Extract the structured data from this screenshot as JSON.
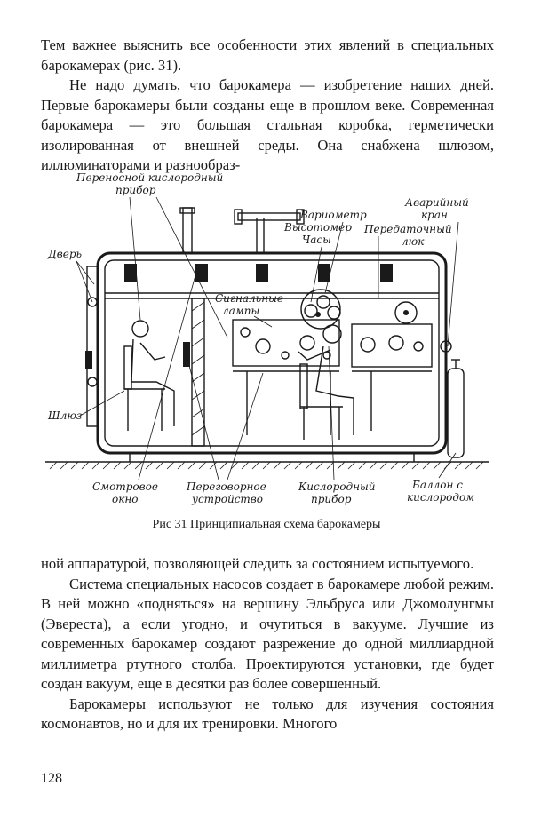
{
  "paragraphs_top": [
    "Тем важнее выяснить все особенности этих явлений в специальных барокамерах (рис. 31).",
    "Не надо думать, что барокамера — изобретение наших дней. Первые барокамеры были созданы еще в прошлом веке. Современная барокамера — это большая стальная коробка, герметически изолированная от внешней среды. Она снабжена шлюзом, иллюминаторами и разнообраз-"
  ],
  "figure": {
    "labels": {
      "portable_oxygen": [
        "Переносной кислородный",
        "прибор"
      ],
      "door": "Дверь",
      "airlock": "Шлюз",
      "variometer": "Вариометр",
      "altimeter": "Высотомер",
      "clock": "Часы",
      "emergency_valve": [
        "Аварийный",
        "кран"
      ],
      "transfer_hatch": [
        "Передаточный",
        "люк"
      ],
      "signal_lamps": [
        "Сигнальные",
        "лампы"
      ],
      "viewing_window": [
        "Смотровое",
        "окно"
      ],
      "intercom": [
        "Переговорное",
        "устройство"
      ],
      "oxygen_device": [
        "Кислородный",
        "прибор"
      ],
      "oxygen_cylinder": [
        "Баллон с",
        "кислородом"
      ]
    },
    "caption": "Рис 31  Принципиальная схема барокамеры"
  },
  "paragraphs_bottom": [
    "ной аппаратурой, позволяющей следить за состоянием испытуемого.",
    "Система специальных насосов создает в барокамере любой режим. В ней можно «подняться» на вершину Эльбруса или Джомолунгмы (Эвереста), а если угодно, и очутиться в вакууме. Лучшие из современных барокамер создают разрежение до одной миллиардной миллиметра ртутного столба. Проектируются установки, где будет создан вакуум, еще в десятки раз более совершенный.",
    "Барокамеры используют не только для изучения состояния космонавтов, но и для их тренировки. Многого"
  ],
  "page_number": "128"
}
